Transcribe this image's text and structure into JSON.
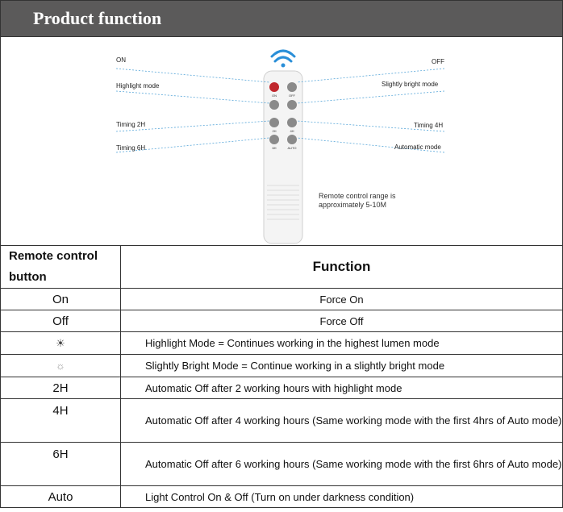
{
  "header": {
    "title": "Product function"
  },
  "diagram": {
    "labels": {
      "on": "ON",
      "off": "OFF",
      "highlight": "Highlight  mode",
      "slightly": "Slightly bright mode",
      "timing2h": "Timing 2H",
      "timing4h": "Timing 4H",
      "timing6h": "Timing 6H",
      "automatic": "Automatic mode"
    },
    "button_labels": {
      "on": "ON",
      "off": "OFF",
      "b2h": "2H",
      "b4h": "4H",
      "b6h": "6H",
      "auto": "AUTO"
    },
    "range_note": "Remote control range is approximately 5-10M",
    "accent_wifi": "#2a8fd8",
    "accent_on": "#c0272d"
  },
  "table": {
    "col1_header": "Remote control button",
    "col2_header": "Function",
    "rows": [
      {
        "button": "On",
        "function": "Force On"
      },
      {
        "button": "Off",
        "function": "Force Off"
      },
      {
        "button_icon": "sun-icon",
        "function": "Highlight Mode = Continues working in the highest lumen mode"
      },
      {
        "button_icon": "dim-sun-icon",
        "function": "Slightly Bright Mode =  Continue working in a slightly bright mode"
      },
      {
        "button": "2H",
        "function": "Automatic Off after 2 working hours with highlight mode"
      },
      {
        "button": "4H",
        "function": "Automatic Off after 4 working hours (Same working mode with the first 4hrs of Auto mode)"
      },
      {
        "button": "6H",
        "function": "Automatic Off after 6 working hours (Same working mode with the first 6hrs of Auto mode)"
      },
      {
        "button": "Auto",
        "function": "Light Control On & Off  (Turn on under darkness condition)"
      }
    ]
  }
}
